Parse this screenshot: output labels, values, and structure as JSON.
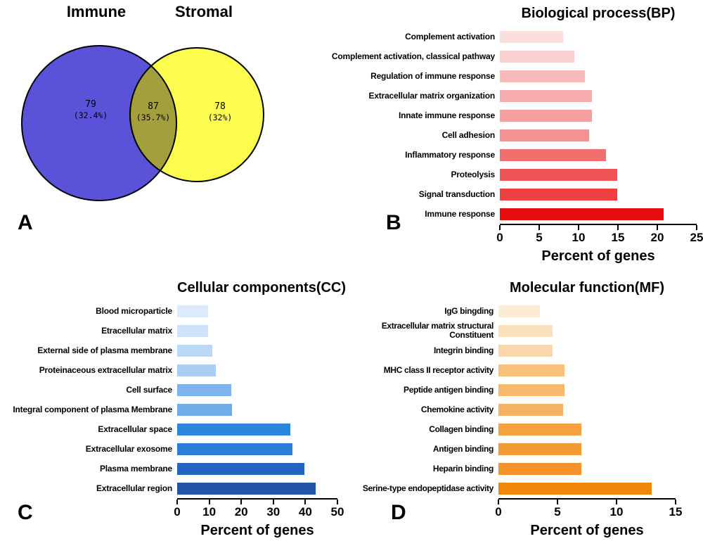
{
  "panels": {
    "a": "A",
    "b": "B",
    "c": "C",
    "d": "D"
  },
  "venn": {
    "left_title": "Immune",
    "right_title": "Stromal",
    "left": {
      "count": "79",
      "pct": "(32.4%)"
    },
    "overlap": {
      "count": "87",
      "pct": "(35.7%)"
    },
    "right": {
      "count": "78",
      "pct": "(32%)"
    },
    "colors": {
      "left_fill": "#5a53da",
      "right_fill": "#fcfc4f",
      "overlap_fill": "#a49f3d",
      "outline": "#000000"
    }
  },
  "chart_data": [
    {
      "type": "bar",
      "orientation": "horizontal",
      "title": "Biological process(BP)",
      "xlabel": "Percent of genes",
      "xlim": [
        0,
        25
      ],
      "xticks": [
        0,
        5,
        10,
        15,
        20,
        25
      ],
      "grid": false,
      "legend": "none",
      "categories": [
        "Complement activation",
        "Complement activation, classical pathway",
        "Regulation of immune response",
        "Extracellular matrix organization",
        "Innate immune response",
        "Cell adhesion",
        "Inflammatory response",
        "Proteolysis",
        "Signal transduction",
        "Immune response"
      ],
      "values": [
        8,
        9.5,
        10.8,
        11.7,
        11.7,
        11.3,
        13.5,
        14.9,
        14.9,
        20.8
      ],
      "bar_colors": [
        "#fbdede",
        "#fad0d0",
        "#f8baba",
        "#f7adad",
        "#f59f9f",
        "#f49292",
        "#f26f6f",
        "#f05555",
        "#ee4040",
        "#e60d0d"
      ]
    },
    {
      "type": "bar",
      "orientation": "horizontal",
      "title": "Cellular components(CC)",
      "xlabel": "Percent of genes",
      "xlim": [
        0,
        50
      ],
      "xticks": [
        0,
        10,
        20,
        30,
        40,
        50
      ],
      "grid": false,
      "legend": "none",
      "categories": [
        "Blood microparticle",
        "Etracellular matrix",
        "External side of plasma membrane",
        "Proteinaceous extracellular matrix",
        "Cell surface",
        "Integral component of plasma Membrane",
        "Extracellular space",
        "Extracellular exosome",
        "Plasma membrane",
        "Extracellular region"
      ],
      "values": [
        9.7,
        9.7,
        11,
        12,
        16.8,
        17.2,
        35.2,
        36,
        39.8,
        43.2
      ],
      "bar_colors": [
        "#dcebfb",
        "#cee2f9",
        "#bcd8f7",
        "#aacdf4",
        "#7db4ed",
        "#6fabe9",
        "#2d86de",
        "#2b7fd8",
        "#2364c1",
        "#2155a6"
      ]
    },
    {
      "type": "bar",
      "orientation": "horizontal",
      "title": "Molecular function(MF)",
      "xlabel": "Percent of genes",
      "xlim": [
        0,
        15
      ],
      "xticks": [
        0,
        5,
        10,
        15
      ],
      "grid": false,
      "legend": "none",
      "categories": [
        "IgG bingding",
        "Extracellular matrix structural Constituent",
        "Integrin binding",
        "MHC class II receptor activity",
        "Peptide antigen binding",
        "Chemokine activity",
        "Collagen binding",
        "Antigen binding",
        "Heparin binding",
        "Serine-type endopeptidase activity"
      ],
      "values": [
        3.5,
        4.6,
        4.6,
        5.6,
        5.6,
        5.5,
        7,
        7,
        7,
        13
      ],
      "bar_colors": [
        "#fcecd3",
        "#fbe0bd",
        "#fad7ab",
        "#f9c07c",
        "#f8b96f",
        "#f7b162",
        "#f5a041",
        "#f49a35",
        "#f39329",
        "#ef870a"
      ]
    }
  ]
}
